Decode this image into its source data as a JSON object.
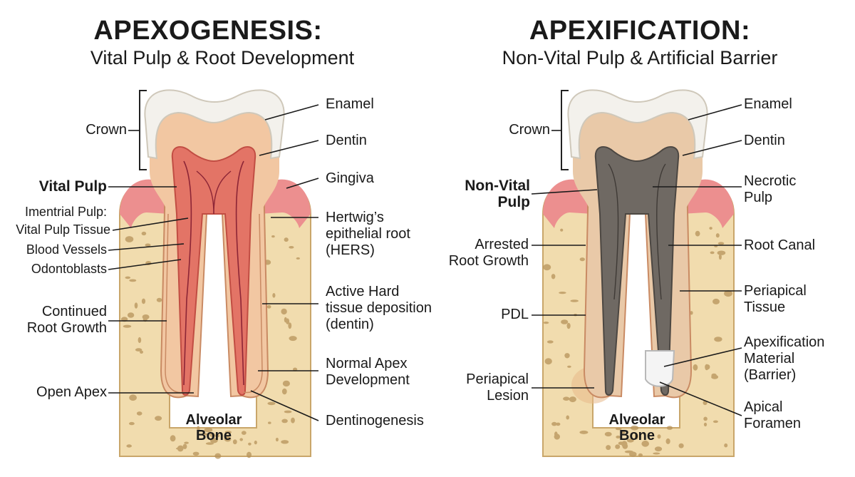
{
  "left_panel": {
    "title": "APEXOGENESIS:",
    "subtitle": "Vital Pulp & Root Development",
    "labels": {
      "crown": "Crown",
      "vital_pulp": "Vital Pulp",
      "imentrial_pulp": "Imentrial Pulp:",
      "vital_pulp_tissue": "Vital Pulp Tissue",
      "blood_vessels": "Blood Vessels",
      "odontoblasts": "Odontoblasts",
      "continued_line1": "Continued",
      "continued_line2": "Root Growth",
      "open_apex": "Open Apex",
      "bone_line1": "Alveolar",
      "bone_line2": "Bone",
      "enamel": "Enamel",
      "dentin": "Dentin",
      "gingiva": "Gingiva",
      "hertwig_line1": "Hertwig’s",
      "hertwig_line2": "epithelial root",
      "hertwig_line3": "(HERS)",
      "active_line1": "Active Hard",
      "active_line2": "tissue deposition",
      "active_line3": "(dentin)",
      "normal_line1": "Normal Apex",
      "normal_line2": "Development",
      "dentinogenesis": "Dentinogenesis"
    }
  },
  "right_panel": {
    "title": "APEXIFICATION:",
    "subtitle": "Non-Vital Pulp & Artificial Barrier",
    "labels": {
      "crown": "Crown",
      "nonvital_line1": "Non-Vital",
      "nonvital_line2": "Pulp",
      "arrested_line1": "Arrested",
      "arrested_line2": "Root Growth",
      "pdl": "PDL",
      "lesion_line1": "Periapical",
      "lesion_line2": "Lesion",
      "bone_line1": "Alveolar",
      "bone_line2": "Bone",
      "enamel": "Enamel",
      "dentin": "Dentin",
      "necrotic_line1": "Necrotic",
      "necrotic_line2": "Pulp",
      "root_canal": "Root Canal",
      "periapical_line1": "Periapical",
      "periapical_line2": "Tissue",
      "apexmat_line1": "Apexification",
      "apexmat_line2": "Material",
      "apexmat_line3": "(Barrier)",
      "foramen_line1": "Apical",
      "foramen_line2": "Foramen"
    }
  },
  "colors": {
    "enamel": "#f3f1ec",
    "dentin": "#f2c7a2",
    "vital_pulp": "#e37466",
    "necrotic_pulp": "#6f6963",
    "gingiva": "#ec8f8f",
    "bone": "#f1dcae",
    "bone_pore": "#b7935a",
    "barrier": "#f4f4f4"
  }
}
